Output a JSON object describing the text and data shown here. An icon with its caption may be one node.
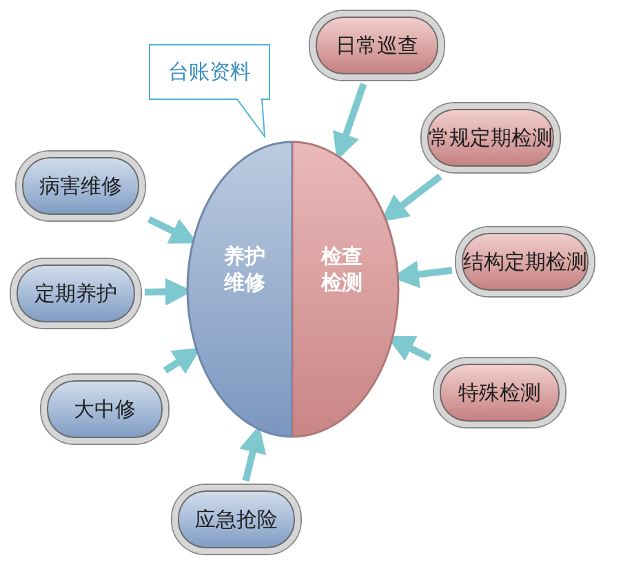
{
  "diagram": {
    "nodes": [
      {
        "text": [
          "台账资料"
        ]
      },
      {
        "text": [
          "养护维修"
        ]
      },
      {
        "text": [
          "检查检测"
        ]
      },
      {
        "text": [
          "病害维修"
        ]
      },
      {
        "text": [
          "定期养护"
        ]
      },
      {
        "text": [
          "大中修"
        ]
      },
      {
        "text": [
          "应急抢险"
        ]
      },
      {
        "text": [
          "日常巡查"
        ]
      },
      {
        "text": [
          "常规定期检测"
        ]
      },
      {
        "text": [
          "结构定期检测"
        ]
      },
      {
        "text": [
          "特殊检测"
        ]
      }
    ],
    "edges": [
      {
        "from": 3,
        "to": 1,
        "arrow": "to"
      },
      {
        "from": 4,
        "to": 1,
        "arrow": "to"
      },
      {
        "from": 5,
        "to": 1,
        "arrow": "to"
      },
      {
        "from": 6,
        "to": 1,
        "arrow": "to"
      },
      {
        "from": 7,
        "to": 2,
        "arrow": "to"
      },
      {
        "from": 8,
        "to": 2,
        "arrow": "to"
      },
      {
        "from": 9,
        "to": 2,
        "arrow": "to"
      },
      {
        "from": 10,
        "to": 2,
        "arrow": "to"
      }
    ]
  }
}
